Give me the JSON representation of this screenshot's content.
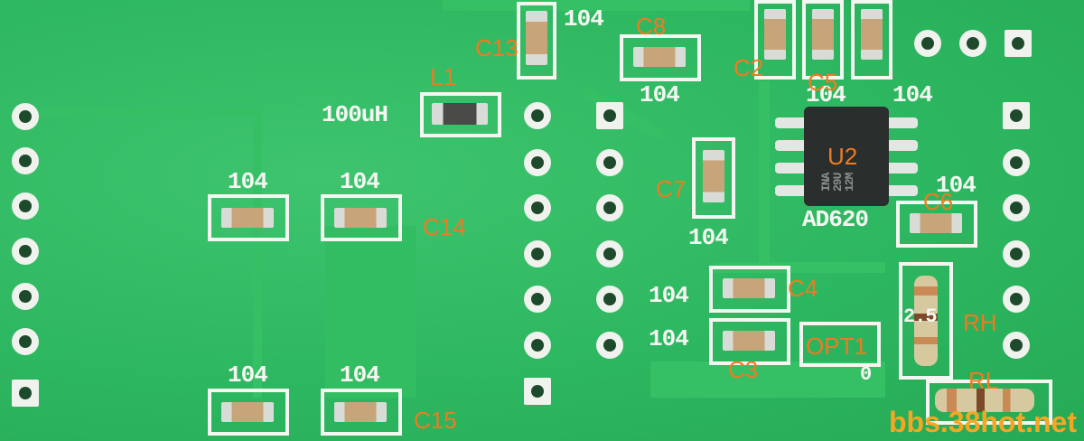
{
  "board": {
    "labels": {
      "l1": "L1",
      "c13": "C13",
      "c8": "C8",
      "c2": "C2",
      "c5": "C5",
      "u2": "U2",
      "c7": "C7",
      "c14": "C14",
      "c6": "C6",
      "c4": "C4",
      "rh": "RH",
      "opt1": "OPT1",
      "c3": "C3",
      "rl": "RL",
      "c15": "C15"
    },
    "silkscreen": {
      "inductor_value": "100uH",
      "cap_value": "104",
      "ic_part": "AD620",
      "ic_marking": "INA 29U 12M",
      "resistor_value": "2.5",
      "test_point": "0"
    },
    "watermark": "bbs.38hot.net",
    "colors": {
      "board": "#2db760",
      "silkscreen": "#f4f7f1",
      "label": "#f07a22",
      "watermark": "#f5a623"
    }
  }
}
